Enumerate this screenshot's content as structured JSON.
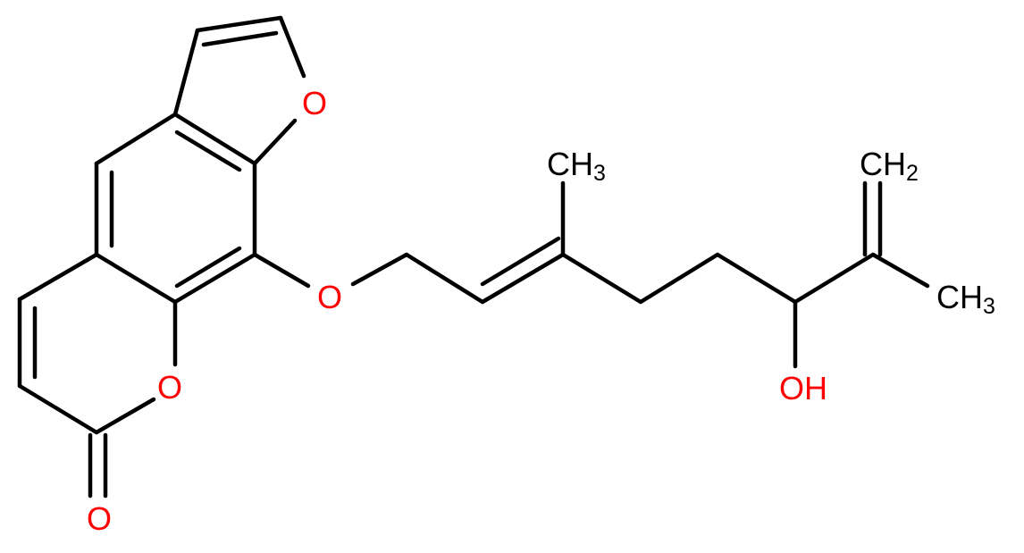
{
  "colors": {
    "bond": "#000000",
    "oxygen": "#ff0000",
    "carbon_label": "#000000"
  },
  "labels": {
    "o_furan": "O",
    "o_ether": "O",
    "o_ring": "O",
    "o_carbonyl": "O",
    "ch3_top": "CH",
    "ch3_top_sub": "3",
    "ch2_top": "CH",
    "ch2_top_sub": "2",
    "ch3_right": "CH",
    "ch3_right_sub": "3",
    "oh": "OH"
  }
}
